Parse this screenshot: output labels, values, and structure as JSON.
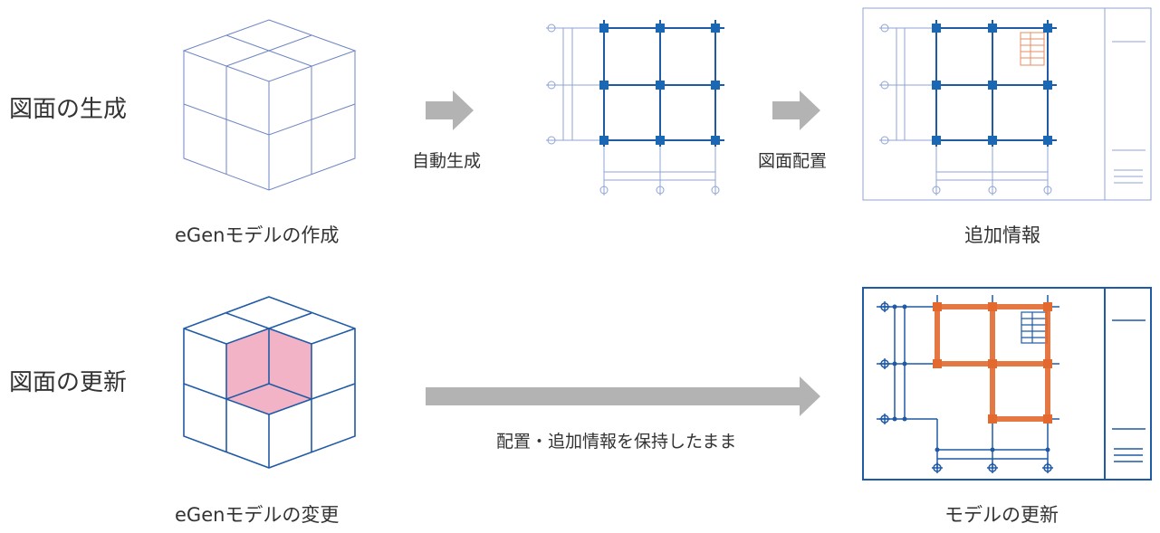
{
  "rows": [
    {
      "title": "図面の生成",
      "model_caption": "eGenモデルの作成",
      "step1_label": "自動生成",
      "step2_label": "図面配置",
      "result_caption": "追加情報"
    },
    {
      "title": "図面の更新",
      "model_caption": "eGenモデルの変更",
      "arrow_label": "配置・追加情報を保持したまま",
      "result_caption": "モデルの更新"
    }
  ],
  "colors": {
    "line_light": "#6f86c4",
    "line_dark": "#1f5aa6",
    "column": "#1a67b4",
    "highlight": "#e3692f",
    "note": "#e78c66",
    "pink": "#f2b3c6",
    "arrow": "#b3b3b3"
  }
}
